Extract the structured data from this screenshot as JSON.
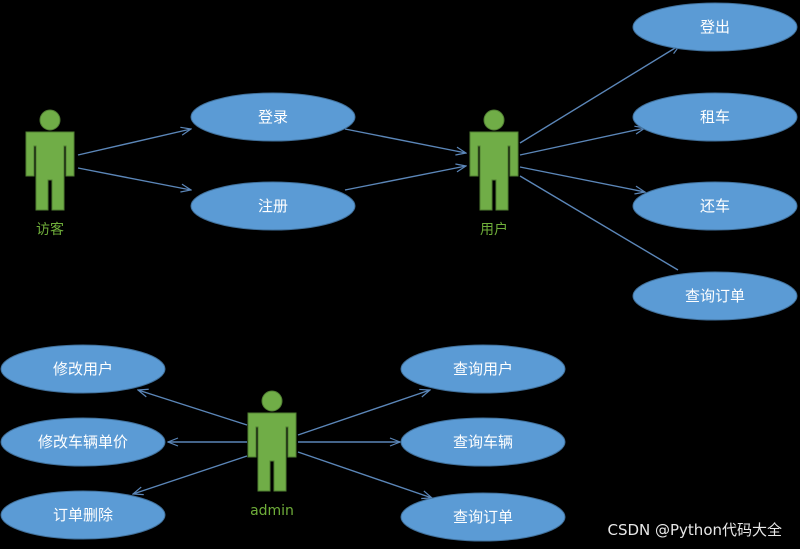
{
  "colors": {
    "background": "#000000",
    "usecase_fill": "#5b9bd5",
    "usecase_stroke": "#41719c",
    "actor_fill": "#70ad47",
    "actor_stroke": "#507e32",
    "line": "#5b86b8",
    "actor_label": "#6fae3a",
    "text": "#ffffff"
  },
  "actors": {
    "visitor": "访客",
    "user": "用户",
    "admin": "admin"
  },
  "usecases": {
    "login": "登录",
    "register": "注册",
    "logout": "登出",
    "rent": "租车",
    "return": "还车",
    "query_order": "查询订单",
    "edit_user": "修改用户",
    "edit_vehicle_price": "修改车辆单价",
    "delete_order": "订单删除",
    "admin_query_user": "查询用户",
    "admin_query_vehicle": "查询车辆",
    "admin_query_order": "查询订单"
  },
  "watermark": "CSDN @Python代码大全"
}
